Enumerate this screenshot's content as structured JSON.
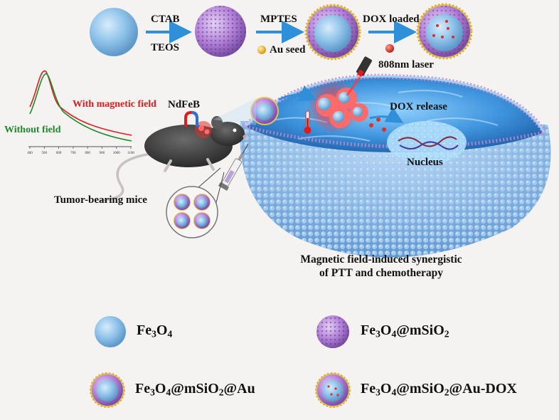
{
  "synthesis": {
    "step1_top": "CTAB",
    "step1_bottom": "TEOS",
    "step2_top": "MPTES",
    "step2_bottom": "Au seed",
    "step3_top": "DOX loaded"
  },
  "labels": {
    "laser": "808nm laser",
    "magnet": "NdFeB",
    "dox_release": "DOX release",
    "nucleus": "Nucleus",
    "mice": "Tumor-bearing mice",
    "caption_line1": "Magnetic field-induced synergistic",
    "caption_line2": "of PTT and chemotherapy"
  },
  "spectrum": {
    "with_field": "With magnetic field",
    "without_field": "Without field",
    "ticks": [
      "400",
      "500",
      "600",
      "700",
      "800",
      "900",
      "1000",
      "1100"
    ],
    "colors": {
      "with_field": "#e11b1b",
      "without_field": "#1f8a2c"
    }
  },
  "legend": {
    "fe3o4": {
      "base": "Fe",
      "s1": "3",
      "mid": "O",
      "s2": "4",
      "rest": ""
    },
    "mso": {
      "base": "Fe",
      "s1": "3",
      "mid": "O",
      "s2": "4",
      "rest1": "@mSiO",
      "s3": "2",
      "rest2": ""
    },
    "au": {
      "base": "Fe",
      "s1": "3",
      "mid": "O",
      "s2": "4",
      "rest1": "@mSiO",
      "s3": "2",
      "rest2": "@Au"
    },
    "dox": {
      "base": "Fe",
      "s1": "3",
      "mid": "O",
      "s2": "4",
      "rest1": "@mSiO",
      "s3": "2",
      "rest2": "@Au-DOX"
    }
  },
  "colors": {
    "core": "#8fc3ea",
    "silica": "#b07fd6",
    "gold": "#e9b232",
    "dox": "#d9312b",
    "membrane": "#9cc3ec",
    "arrow": "#2f8fd8",
    "heat": "#ff3b3b"
  }
}
